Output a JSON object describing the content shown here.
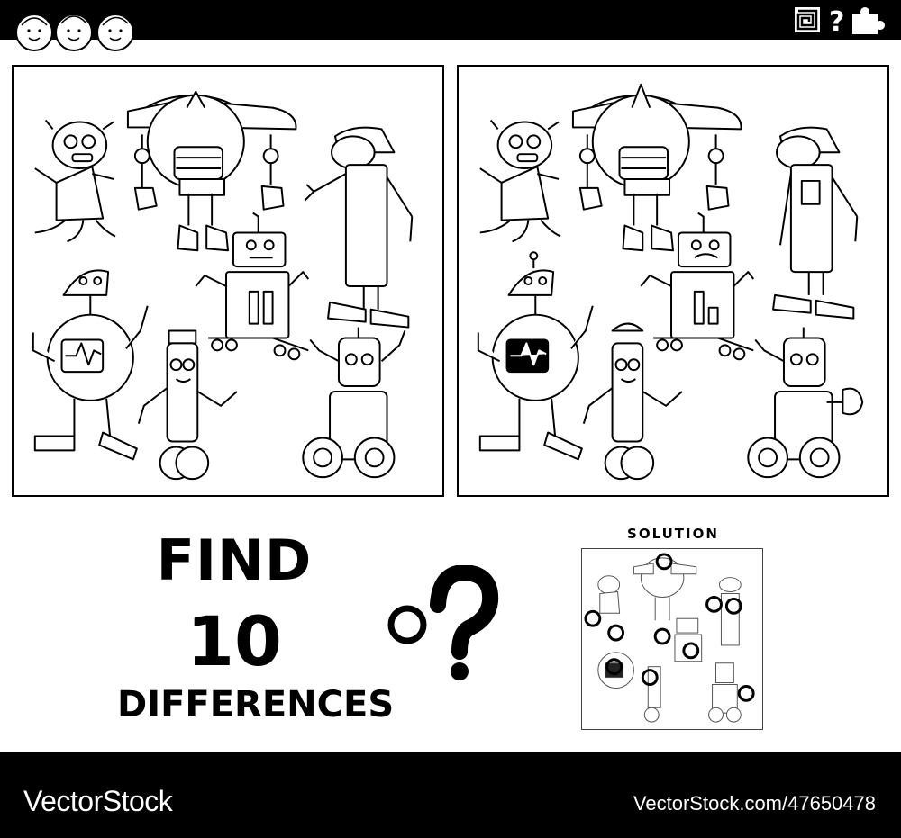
{
  "puzzle": {
    "title_line1": "FIND",
    "title_line2": "10",
    "title_line3": "DIFFERENCES",
    "solution_label": "SOLUTION",
    "difference_count": 10
  },
  "footer": {
    "brand": "VectorStock",
    "watermark_url": "VectorStock.com/47650478"
  },
  "icons": {
    "top_left": "kids-faces-logo",
    "top_right": [
      "maze-icon",
      "question-icon",
      "puzzle-piece-icon"
    ]
  },
  "colors": {
    "background": "#ffffff",
    "bars": "#000000",
    "ink": "#000000"
  }
}
